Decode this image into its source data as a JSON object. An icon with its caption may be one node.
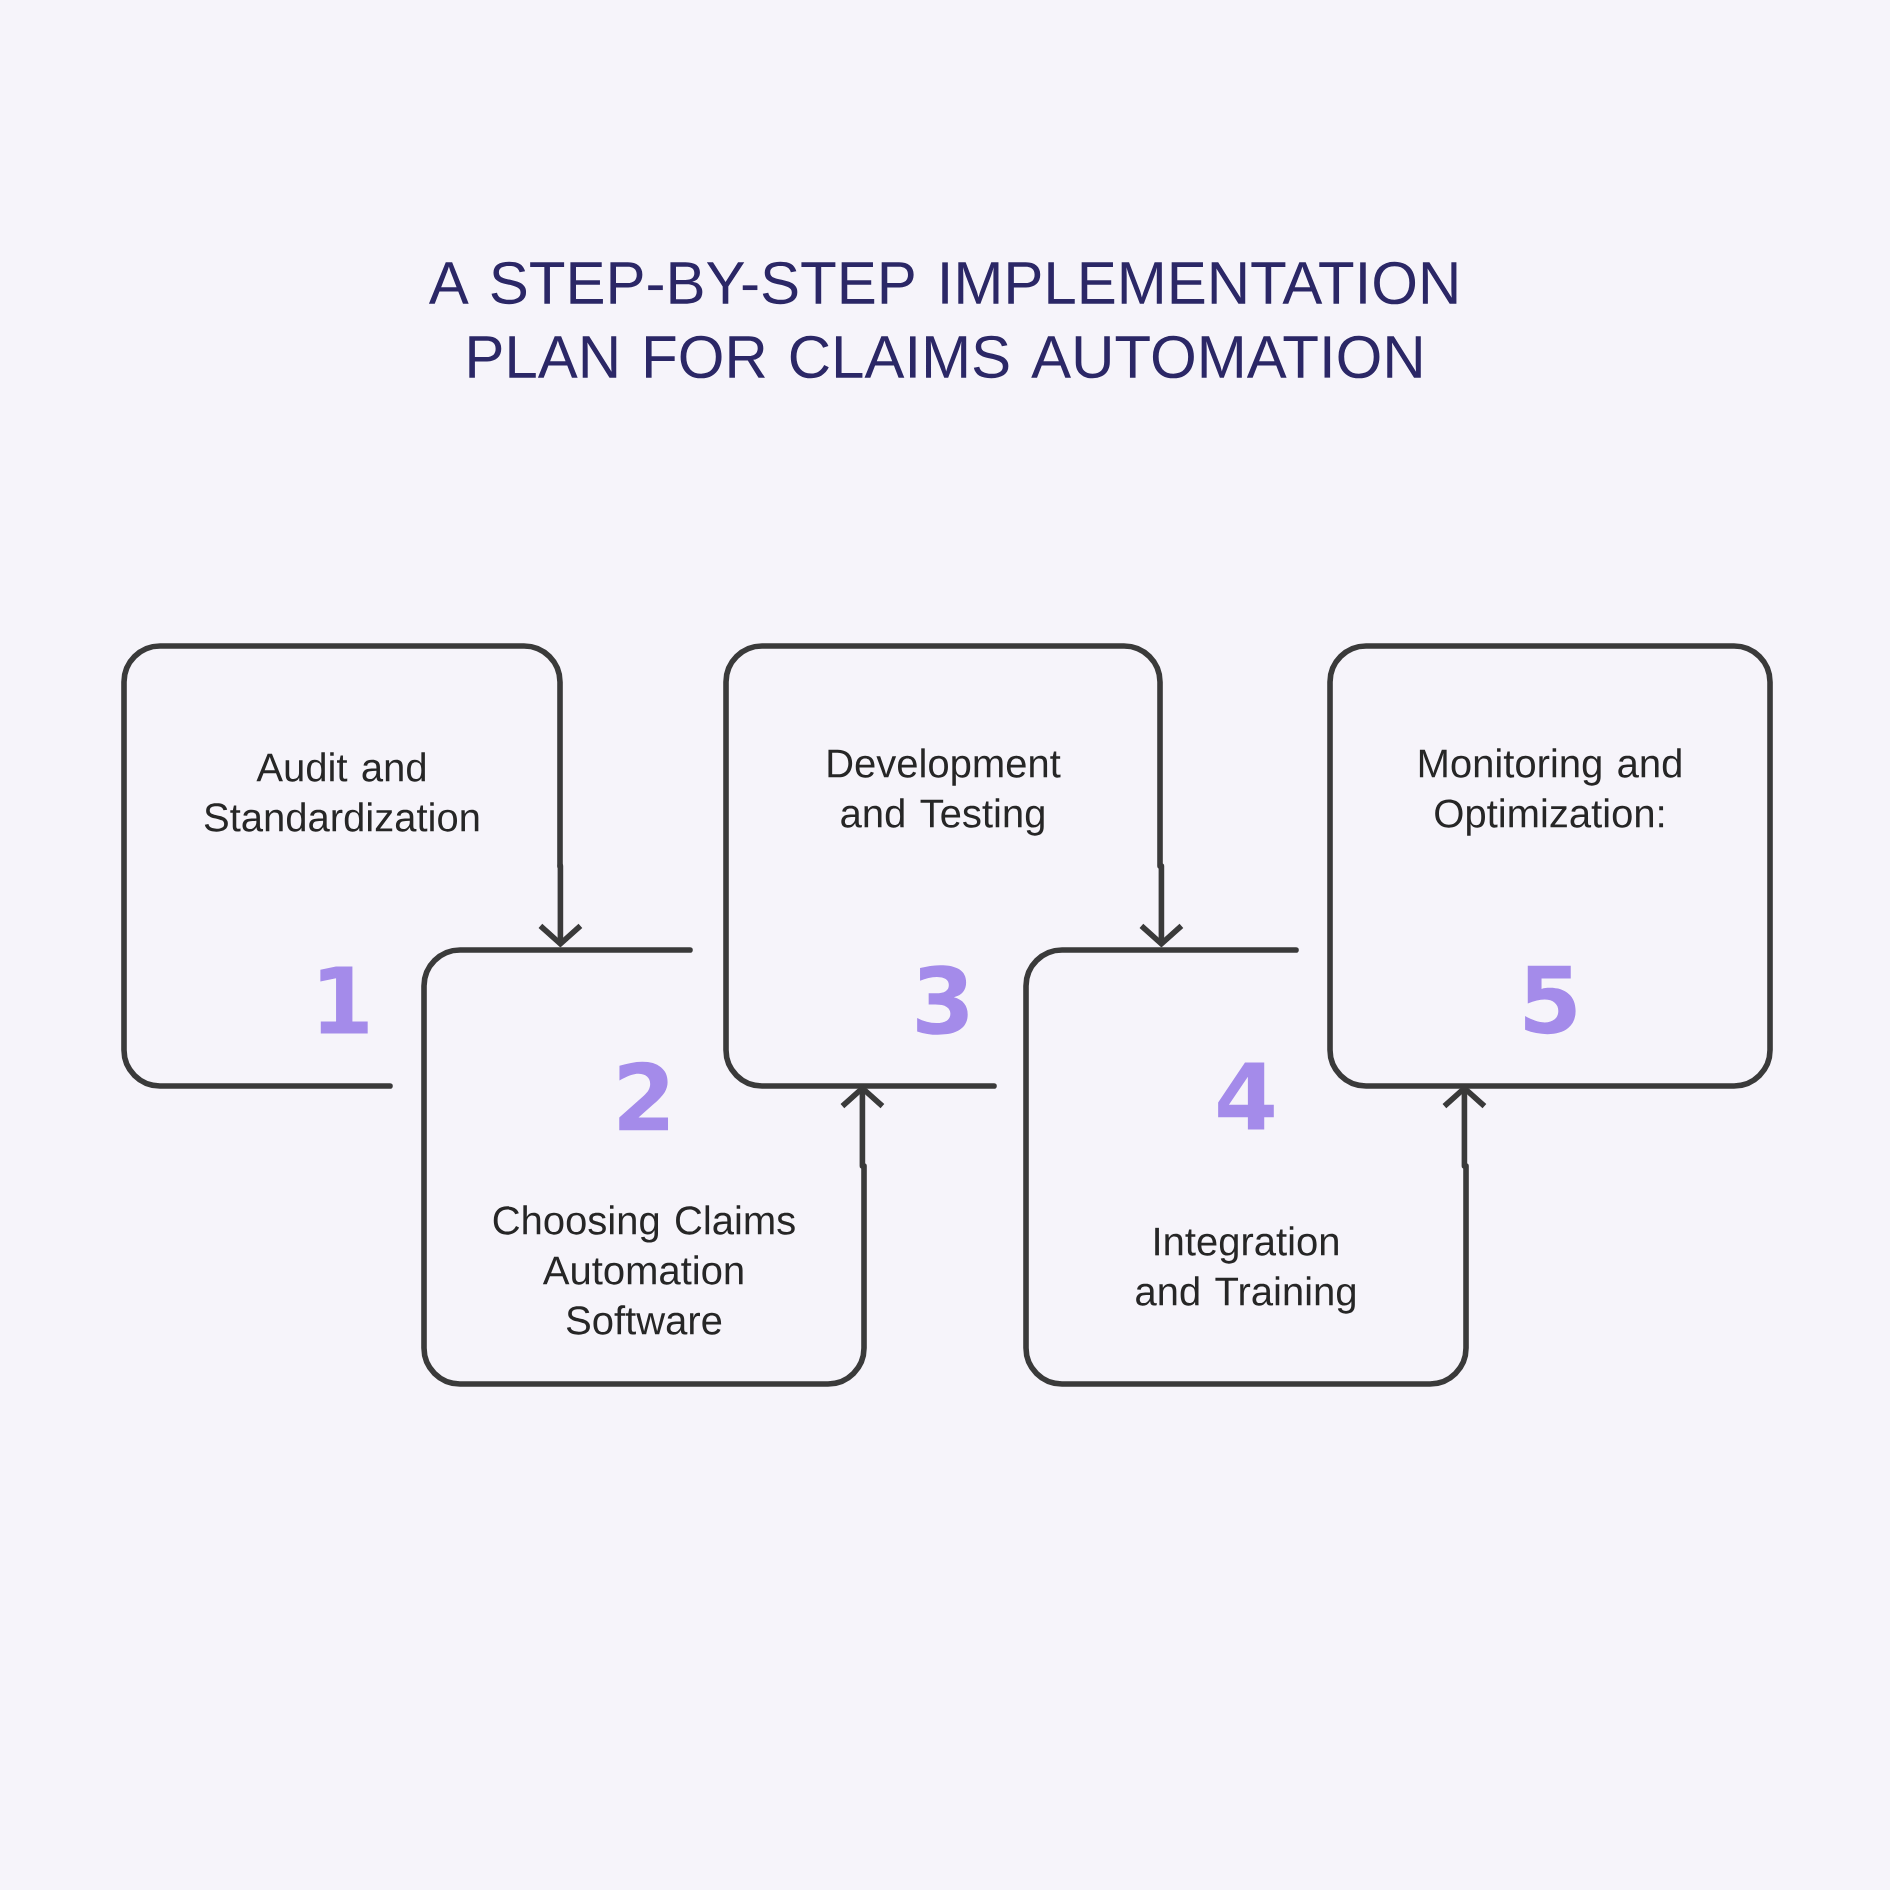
{
  "diagram": {
    "title": "A STEP-BY-STEP IMPLEMENTATION PLAN FOR CLAIMS AUTOMATION",
    "nodes": [
      {
        "text": [
          "Audit and Standardization",
          "1"
        ]
      },
      {
        "text": [
          "2",
          "Choosing Claims Automation Software"
        ]
      },
      {
        "text": [
          "Development and Testing",
          "3"
        ]
      },
      {
        "text": [
          "4",
          "Integration and Training"
        ]
      },
      {
        "text": [
          "Monitoring and Optimization:",
          "5"
        ]
      }
    ],
    "edges": [
      {
        "from": 0,
        "to": 1,
        "arrow": "to"
      },
      {
        "from": 1,
        "to": 2,
        "arrow": "to"
      },
      {
        "from": 2,
        "to": 3,
        "arrow": "to"
      },
      {
        "from": 3,
        "to": 4,
        "arrow": "to"
      }
    ]
  }
}
